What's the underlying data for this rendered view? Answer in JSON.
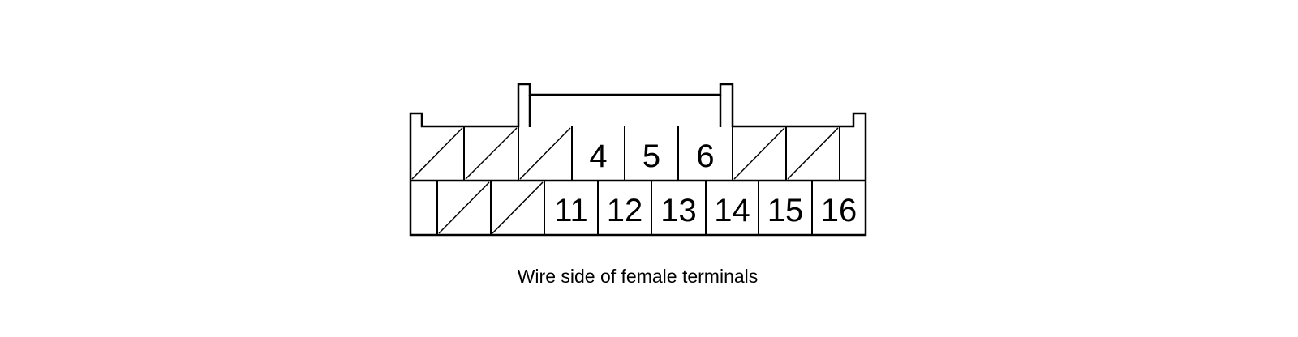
{
  "caption": "Wire side of female terminals",
  "connector": {
    "top_row": [
      {
        "label": "",
        "empty": true
      },
      {
        "label": "",
        "empty": true
      },
      {
        "label": "",
        "empty": true
      },
      {
        "label": "4",
        "empty": false
      },
      {
        "label": "5",
        "empty": false
      },
      {
        "label": "6",
        "empty": false
      },
      {
        "label": "",
        "empty": true
      },
      {
        "label": "",
        "empty": true
      },
      {
        "label": "",
        "empty": false
      }
    ],
    "bottom_row": [
      {
        "label": "",
        "empty": false
      },
      {
        "label": "",
        "empty": true
      },
      {
        "label": "",
        "empty": true
      },
      {
        "label": "11",
        "empty": false
      },
      {
        "label": "12",
        "empty": false
      },
      {
        "label": "13",
        "empty": false
      },
      {
        "label": "14",
        "empty": false
      },
      {
        "label": "15",
        "empty": false
      },
      {
        "label": "16",
        "empty": false
      }
    ]
  },
  "colors": {
    "stroke": "#000000",
    "background": "#ffffff"
  }
}
